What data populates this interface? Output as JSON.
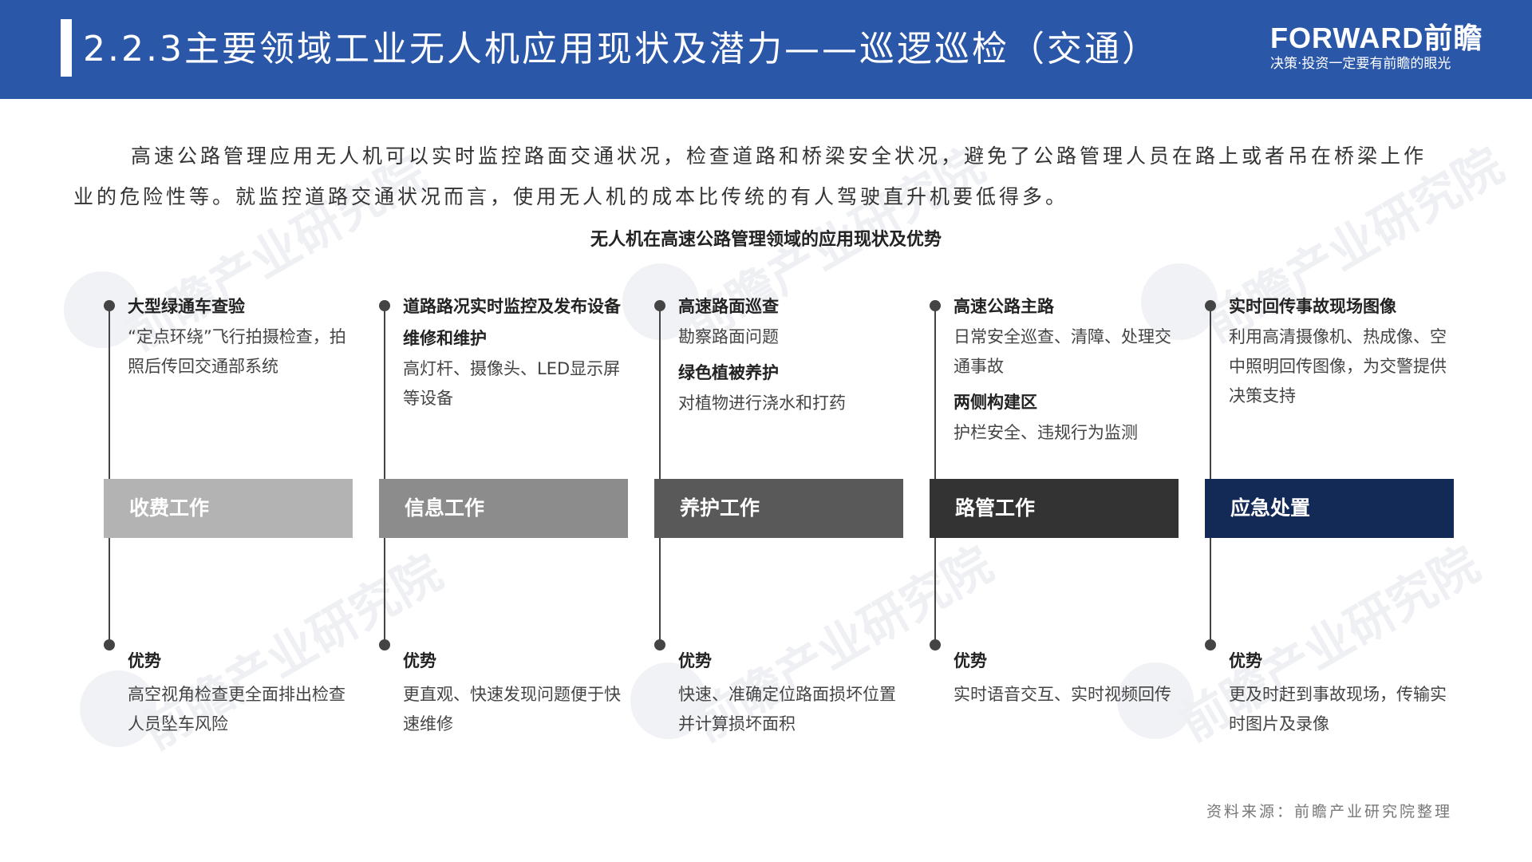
{
  "header": {
    "title": "2.2.3主要领域工业无人机应用现状及潜力——巡逻巡检（交通）",
    "logo_main": "FORWARD前瞻",
    "logo_sub": "决策·投资一定要有前瞻的眼光"
  },
  "intro": "高速公路管理应用无人机可以实时监控路面交通状况，检查道路和桥梁安全状况，避免了公路管理人员在路上或者吊在桥梁上作业的危险性等。就监控道路交通状况而言，使用无人机的成本比传统的有人驾驶直升机要低得多。",
  "subtitle": "无人机在高速公路管理领域的应用现状及优势",
  "watermark": "前瞻产业研究院",
  "columns": [
    {
      "label": "收费工作",
      "color": "#b3b3b3",
      "items": [
        {
          "title": "大型绿通车查验",
          "desc": "“定点环绕”飞行拍摄检查，拍照后传回交通部系统"
        }
      ],
      "adv_title": "优势",
      "adv_desc": "高空视角检查更全面排出检查人员坠车风险"
    },
    {
      "label": "信息工作",
      "color": "#8c8c8c",
      "items": [
        {
          "title": "道路路况实时监控及发布设备维修和维护",
          "desc": "高灯杆、摄像头、LED显示屏等设备"
        }
      ],
      "adv_title": "优势",
      "adv_desc": "更直观、快速发现问题便于快速维修"
    },
    {
      "label": "养护工作",
      "color": "#595959",
      "items": [
        {
          "title": "高速路面巡查",
          "desc": "勘察路面问题"
        },
        {
          "title": "绿色植被养护",
          "desc": "对植物进行浇水和打药"
        }
      ],
      "adv_title": "优势",
      "adv_desc": "快速、准确定位路面损坏位置并计算损坏面积"
    },
    {
      "label": "路管工作",
      "color": "#333333",
      "items": [
        {
          "title": "高速公路主路",
          "desc": "日常安全巡查、清障、处理交通事故"
        },
        {
          "title": "两侧构建区",
          "desc": "护栏安全、违规行为监测"
        }
      ],
      "adv_title": "优势",
      "adv_desc": "实时语音交互、实时视频回传"
    },
    {
      "label": "应急处置",
      "color": "#132a57",
      "items": [
        {
          "title": "实时回传事故现场图像",
          "desc": "利用高清摄像机、热成像、空中照明回传图像，为交警提供决策支持"
        }
      ],
      "adv_title": "优势",
      "adv_desc": "更及时赶到事故现场，传输实时图片及录像"
    }
  ],
  "source": "资料来源：前瞻产业研究院整理"
}
